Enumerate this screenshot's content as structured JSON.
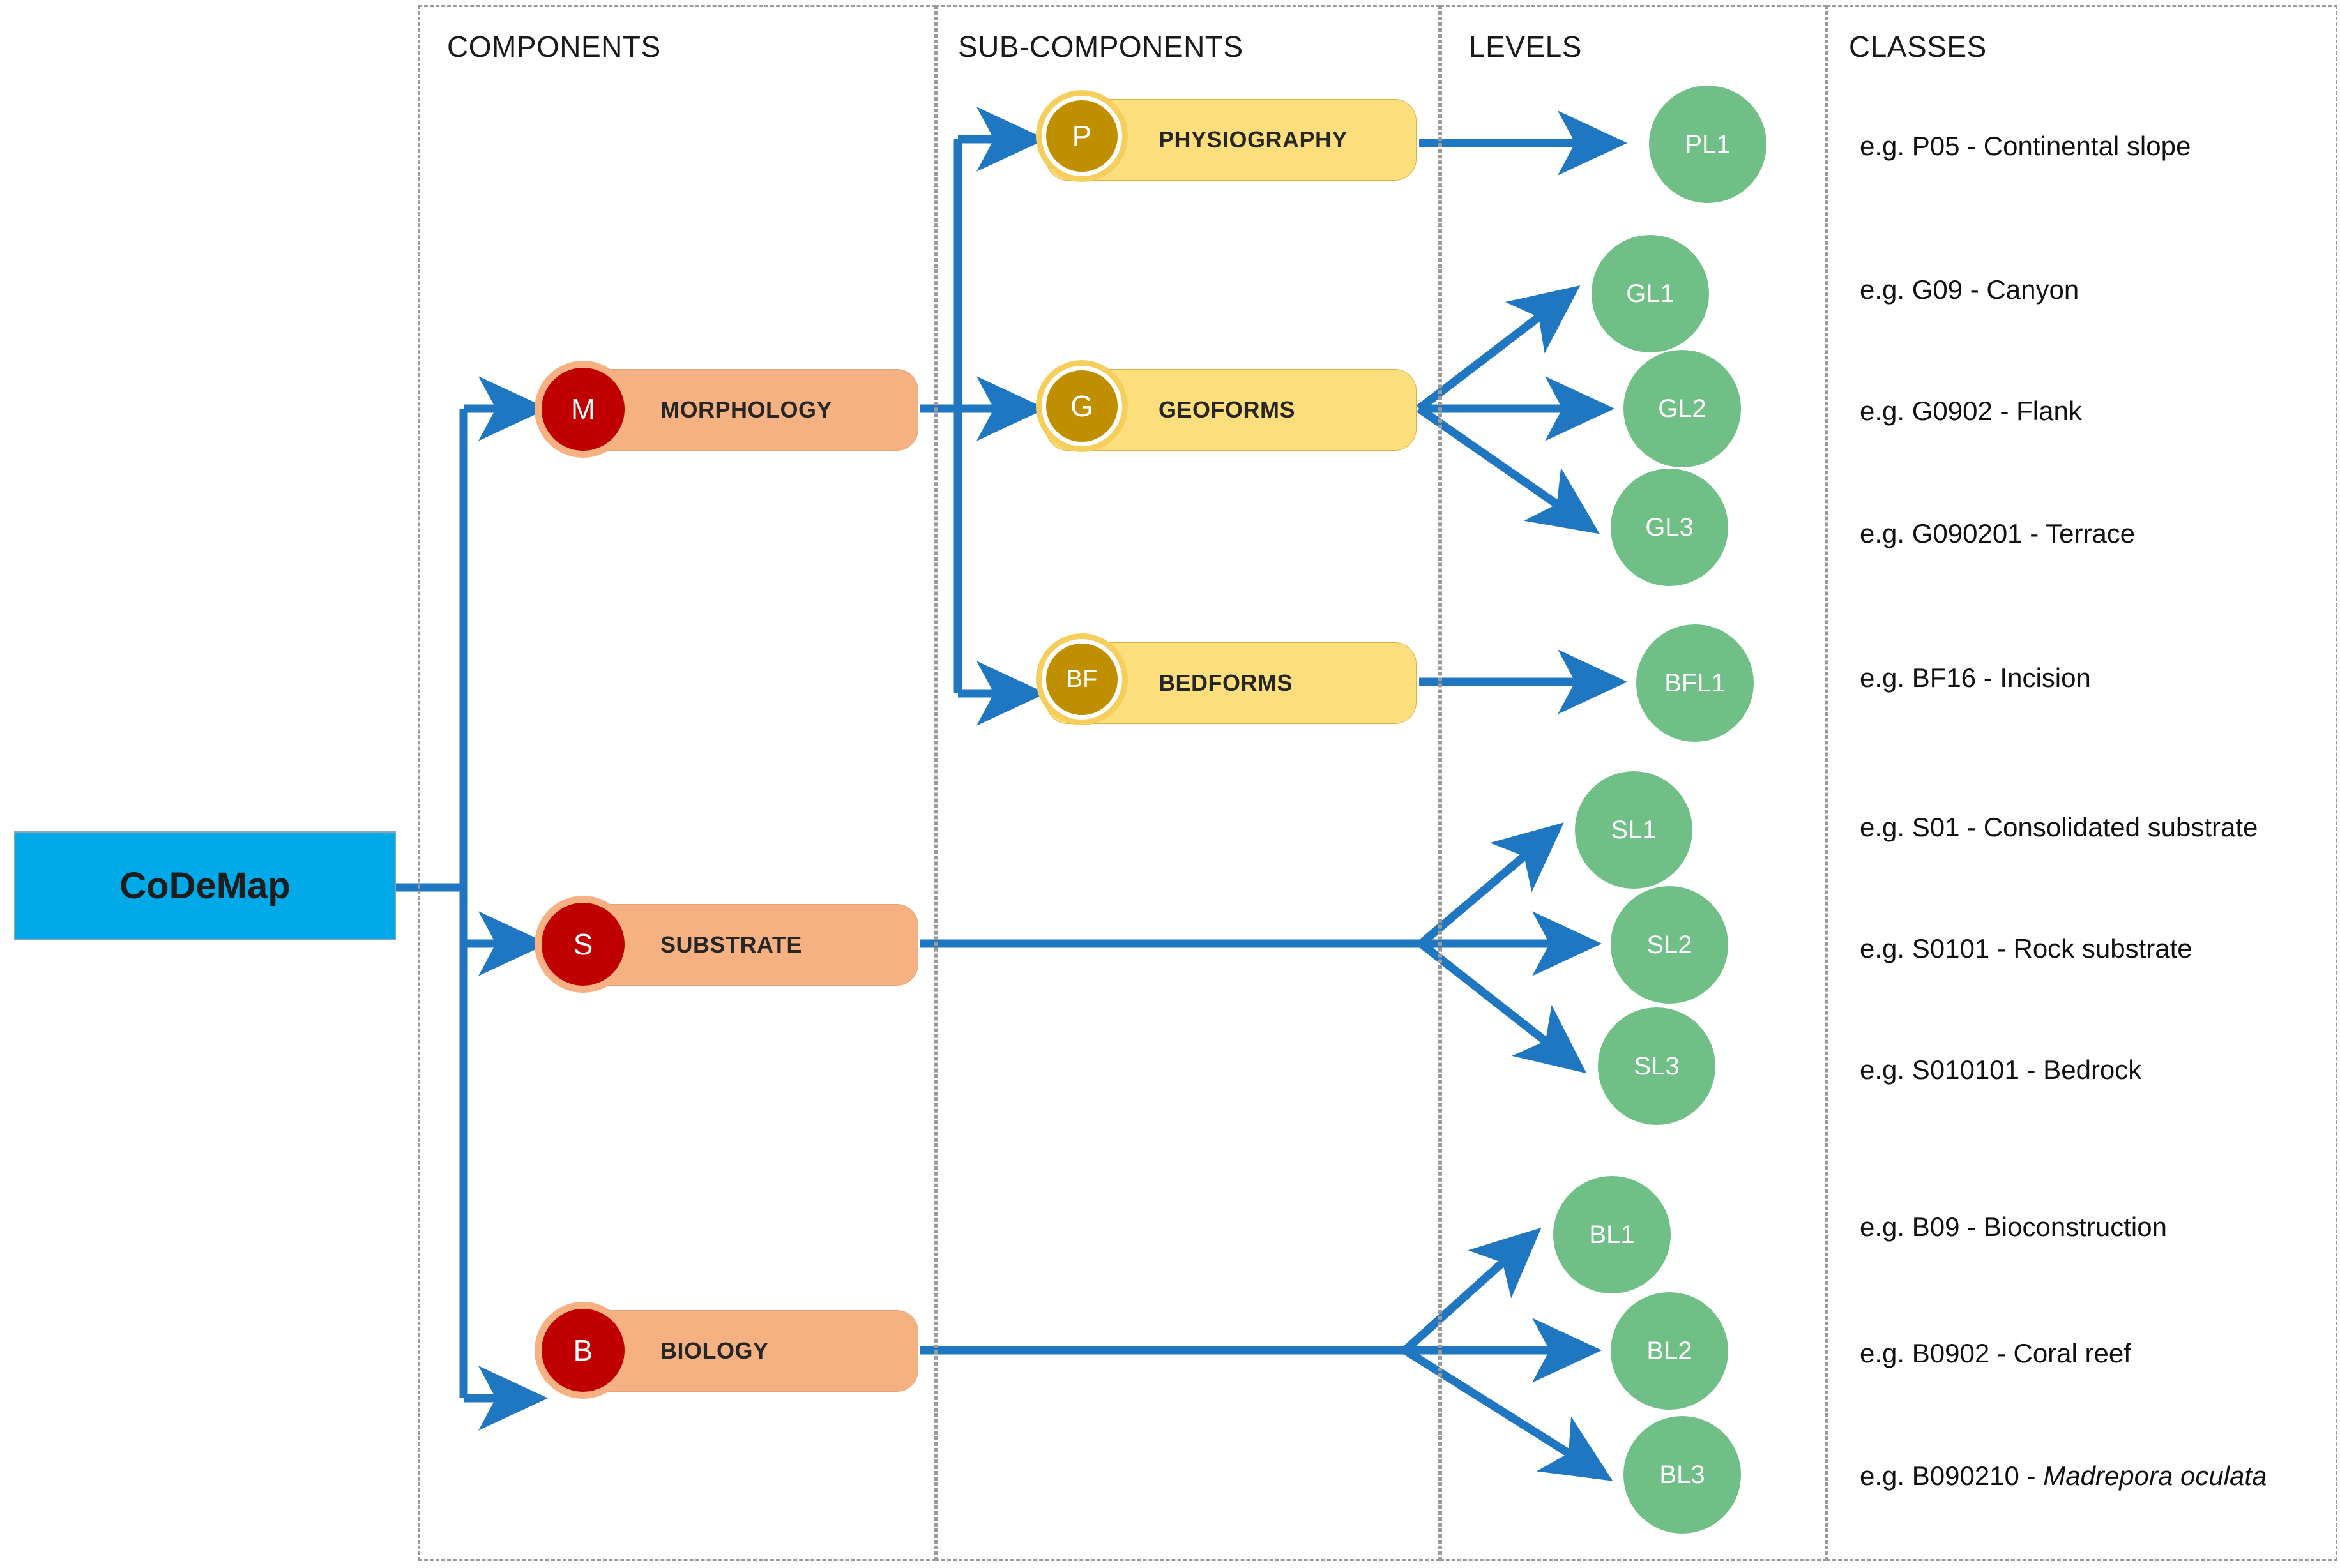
{
  "colors": {
    "root_fill": "#00A9E7",
    "component_fill": "#F6B183",
    "component_badge": "#C00000",
    "subcomponent_fill": "#FDDE7C",
    "subcomponent_badge": "#BF8F00",
    "level_fill": "#6FBF87",
    "connector": "#1F77C2",
    "frame_dash": "#9A9A9A"
  },
  "columns": [
    {
      "key": "components",
      "title": "COMPONENTS"
    },
    {
      "key": "sub_components",
      "title": "SUB-COMPONENTS"
    },
    {
      "key": "levels",
      "title": "LEVELS"
    },
    {
      "key": "classes",
      "title": "CLASSES"
    }
  ],
  "root": {
    "label": "CoDeMap"
  },
  "components": [
    {
      "code": "M",
      "label": "MORPHOLOGY"
    },
    {
      "code": "S",
      "label": "SUBSTRATE"
    },
    {
      "code": "B",
      "label": "BIOLOGY"
    }
  ],
  "sub_components": [
    {
      "code": "P",
      "label": "PHYSIOGRAPHY"
    },
    {
      "code": "G",
      "label": "GEOFORMS"
    },
    {
      "code": "BF",
      "label": "BEDFORMS"
    }
  ],
  "levels": [
    {
      "code": "PL1"
    },
    {
      "code": "GL1"
    },
    {
      "code": "GL2"
    },
    {
      "code": "GL3"
    },
    {
      "code": "BFL1"
    },
    {
      "code": "SL1"
    },
    {
      "code": "SL2"
    },
    {
      "code": "SL3"
    },
    {
      "code": "BL1"
    },
    {
      "code": "BL2"
    },
    {
      "code": "BL3"
    }
  ],
  "classes": [
    {
      "level": "PL1",
      "text": "e.g. P05 - Continental slope",
      "italic": ""
    },
    {
      "level": "GL1",
      "text": "e.g. G09 - Canyon",
      "italic": ""
    },
    {
      "level": "GL2",
      "text": "e.g. G0902 - Flank",
      "italic": ""
    },
    {
      "level": "GL3",
      "text": "e.g. G090201 - Terrace",
      "italic": ""
    },
    {
      "level": "BFL1",
      "text": "e.g. BF16 - Incision",
      "italic": ""
    },
    {
      "level": "SL1",
      "text": "e.g. S01 - Consolidated substrate",
      "italic": ""
    },
    {
      "level": "SL2",
      "text": "e.g. S0101 - Rock substrate",
      "italic": ""
    },
    {
      "level": "SL3",
      "text": "e.g. S010101 - Bedrock",
      "italic": ""
    },
    {
      "level": "BL1",
      "text": "e.g. B09 - Bioconstruction",
      "italic": ""
    },
    {
      "level": "BL2",
      "text": "e.g. B0902 - Coral reef",
      "italic": ""
    },
    {
      "level": "BL3",
      "text": "e.g. B090210 - ",
      "italic": "Madrepora oculata"
    }
  ]
}
